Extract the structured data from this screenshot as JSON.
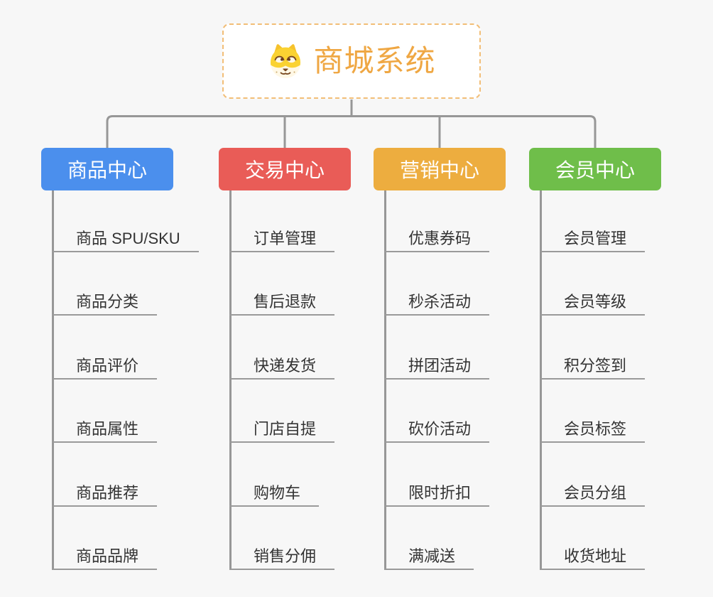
{
  "root": {
    "title": "商城系统",
    "icon": "doge-icon"
  },
  "branches": [
    {
      "label": "商品中心",
      "color": "#4B8FED",
      "children": [
        "商品 SPU/SKU",
        "商品分类",
        "商品评价",
        "商品属性",
        "商品推荐",
        "商品品牌"
      ]
    },
    {
      "label": "交易中心",
      "color": "#E95C57",
      "children": [
        "订单管理",
        "售后退款",
        "快递发货",
        "门店自提",
        "购物车",
        "销售分佣"
      ]
    },
    {
      "label": "营销中心",
      "color": "#EDAD3F",
      "children": [
        "优惠券码",
        "秒杀活动",
        "拼团活动",
        "砍价活动",
        "限时折扣",
        "满减送"
      ]
    },
    {
      "label": "会员中心",
      "color": "#6FBE4A",
      "children": [
        "会员管理",
        "会员等级",
        "积分签到",
        "会员标签",
        "会员分组",
        "收货地址"
      ]
    }
  ],
  "theme": {
    "connector_color": "#979797",
    "underline_color": "#9A9A9A",
    "leaf_text_color": "#333333",
    "background_color": "#F7F7F7",
    "root_text_color": "#EFA743",
    "root_border_color": "#F2BE77"
  }
}
